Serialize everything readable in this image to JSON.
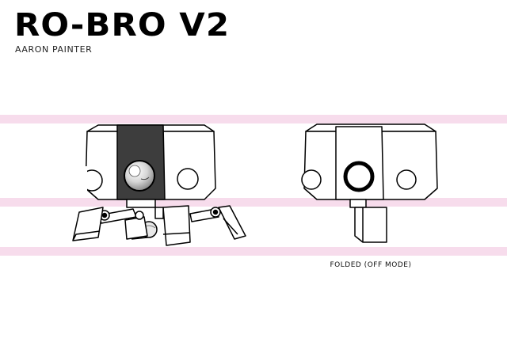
{
  "header": {
    "title": "RO-BRO V2",
    "author": "AARON PAINTER"
  },
  "views": {
    "folded_caption": "FOLDED (OFF MODE)"
  },
  "colors": {
    "guide_band": "#f7dcec",
    "outline": "#000000",
    "face_panel": "#3d3d3d",
    "fill": "#ffffff"
  }
}
